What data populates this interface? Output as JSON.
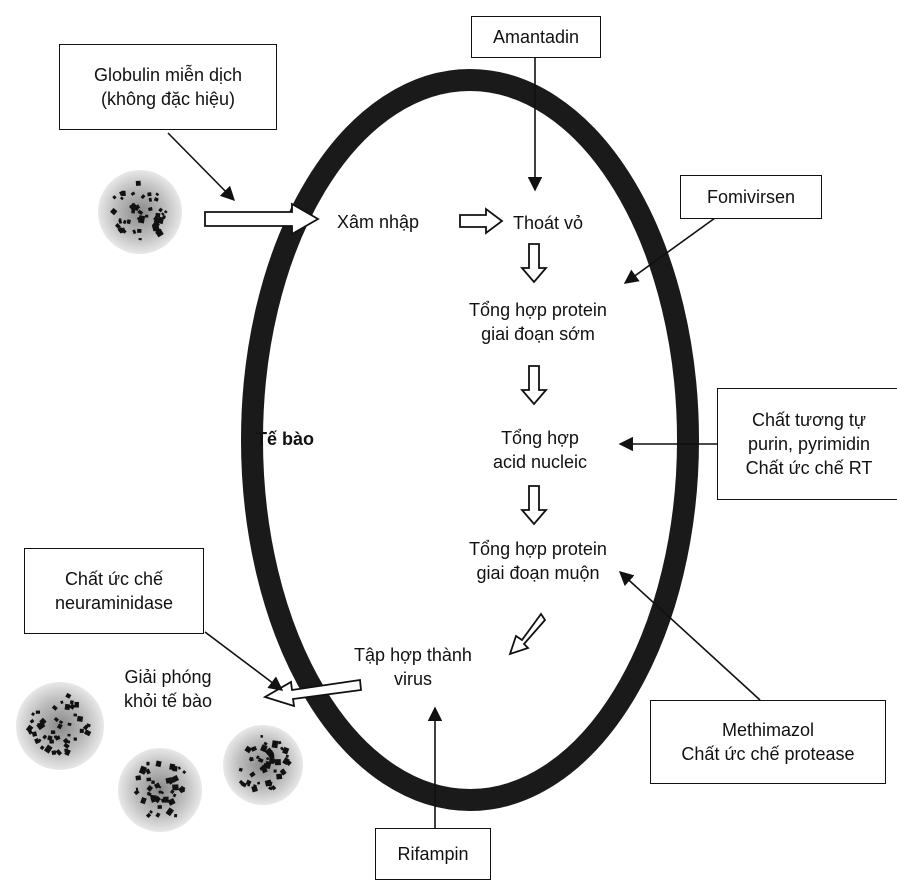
{
  "cell_label": "Tế bào",
  "steps": {
    "entry": "Xâm nhập",
    "uncoating": "Thoát vỏ",
    "early_protein": [
      "Tổng hợp protein",
      "giai đoạn sớm"
    ],
    "nucleic_acid": [
      "Tổng hợp",
      "acid nucleic"
    ],
    "late_protein": [
      "Tổng hợp protein",
      "giai đoạn muộn"
    ],
    "assembly": [
      "Tập hợp thành",
      "virus"
    ],
    "release": [
      "Giải phóng",
      "khỏi tế bào"
    ]
  },
  "drugs": {
    "globulin": [
      "Globulin miễn dịch",
      "(không đặc hiệu)"
    ],
    "amantadin": "Amantadin",
    "fomivirsen": "Fomivirsen",
    "analogs": [
      "Chất tương tự",
      "purin, pyrimidin",
      "Chất ức chế RT"
    ],
    "neuraminidase": [
      "Chất ức chế",
      "neuraminidase"
    ],
    "protease": [
      "Methimazol",
      "Chất ức chế protease"
    ],
    "rifampin": "Rifampin"
  },
  "colors": {
    "cell_membrane": "#1a1a1a",
    "virion_halo": "#c8c8c8",
    "virion_core": "#111111"
  },
  "icons": [
    "virion-icon",
    "hollow-arrow-icon",
    "pointer-arrow-icon"
  ]
}
